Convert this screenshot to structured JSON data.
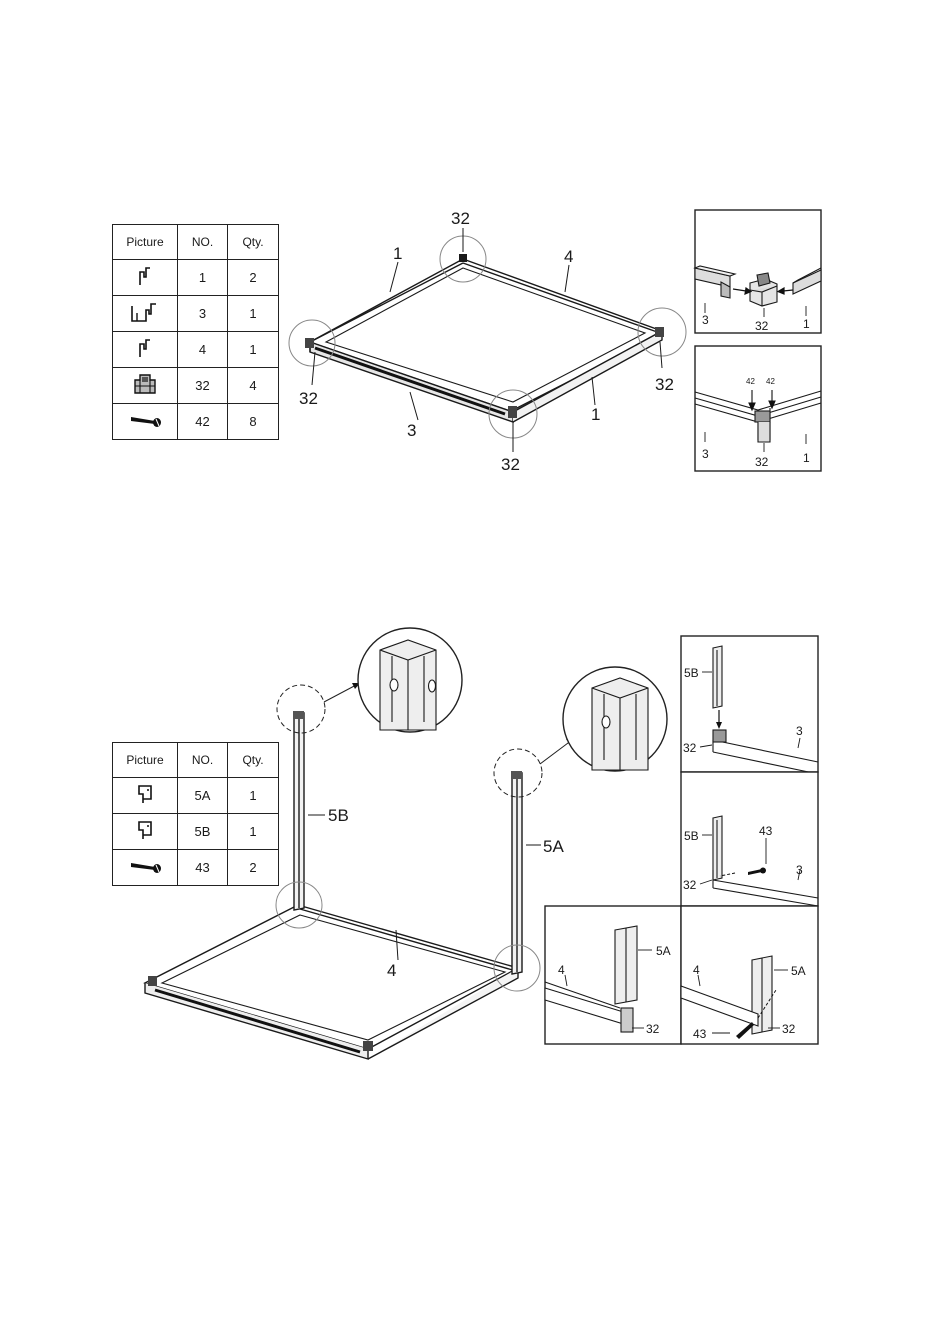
{
  "step1": {
    "table": {
      "headers": {
        "picture": "Picture",
        "no": "NO.",
        "qty": "Qty."
      },
      "rows": [
        {
          "icon": "rail-profile-icon",
          "no": "1",
          "qty": "2"
        },
        {
          "icon": "rail-profile-double-icon",
          "no": "3",
          "qty": "1"
        },
        {
          "icon": "rail-profile-icon",
          "no": "4",
          "qty": "1"
        },
        {
          "icon": "corner-connector-icon",
          "no": "32",
          "qty": "4"
        },
        {
          "icon": "screw-icon",
          "no": "42",
          "qty": "8"
        }
      ]
    },
    "main_labels": {
      "top_corner": "32",
      "left_corner": "32",
      "right_corner": "32",
      "bottom_corner": "32",
      "left_rail": "1",
      "right_rail": "1",
      "back_rail": "4",
      "front_rail": "3"
    },
    "detail_a": {
      "left": "3",
      "center": "32",
      "right": "1"
    },
    "detail_b": {
      "screw_left": "42",
      "screw_right": "42",
      "left": "3",
      "center": "32",
      "right": "1"
    }
  },
  "step2": {
    "table": {
      "headers": {
        "picture": "Picture",
        "no": "NO.",
        "qty": "Qty."
      },
      "rows": [
        {
          "icon": "post-profile-icon",
          "no": "5A",
          "qty": "1"
        },
        {
          "icon": "post-profile-icon",
          "no": "5B",
          "qty": "1"
        },
        {
          "icon": "screw-icon",
          "no": "43",
          "qty": "2"
        }
      ]
    },
    "main_labels": {
      "post_left": "5B",
      "post_right": "5A",
      "back_rail": "4"
    },
    "detail_a": {
      "post": "5B",
      "connector": "32",
      "rail": "3"
    },
    "detail_b": {
      "post": "5B",
      "screw": "43",
      "connector": "32",
      "rail": "3"
    },
    "detail_c": {
      "rail": "4",
      "post": "5A",
      "connector": "32"
    },
    "detail_d": {
      "rail": "4",
      "post": "5A",
      "screw": "43",
      "connector": "32"
    }
  }
}
